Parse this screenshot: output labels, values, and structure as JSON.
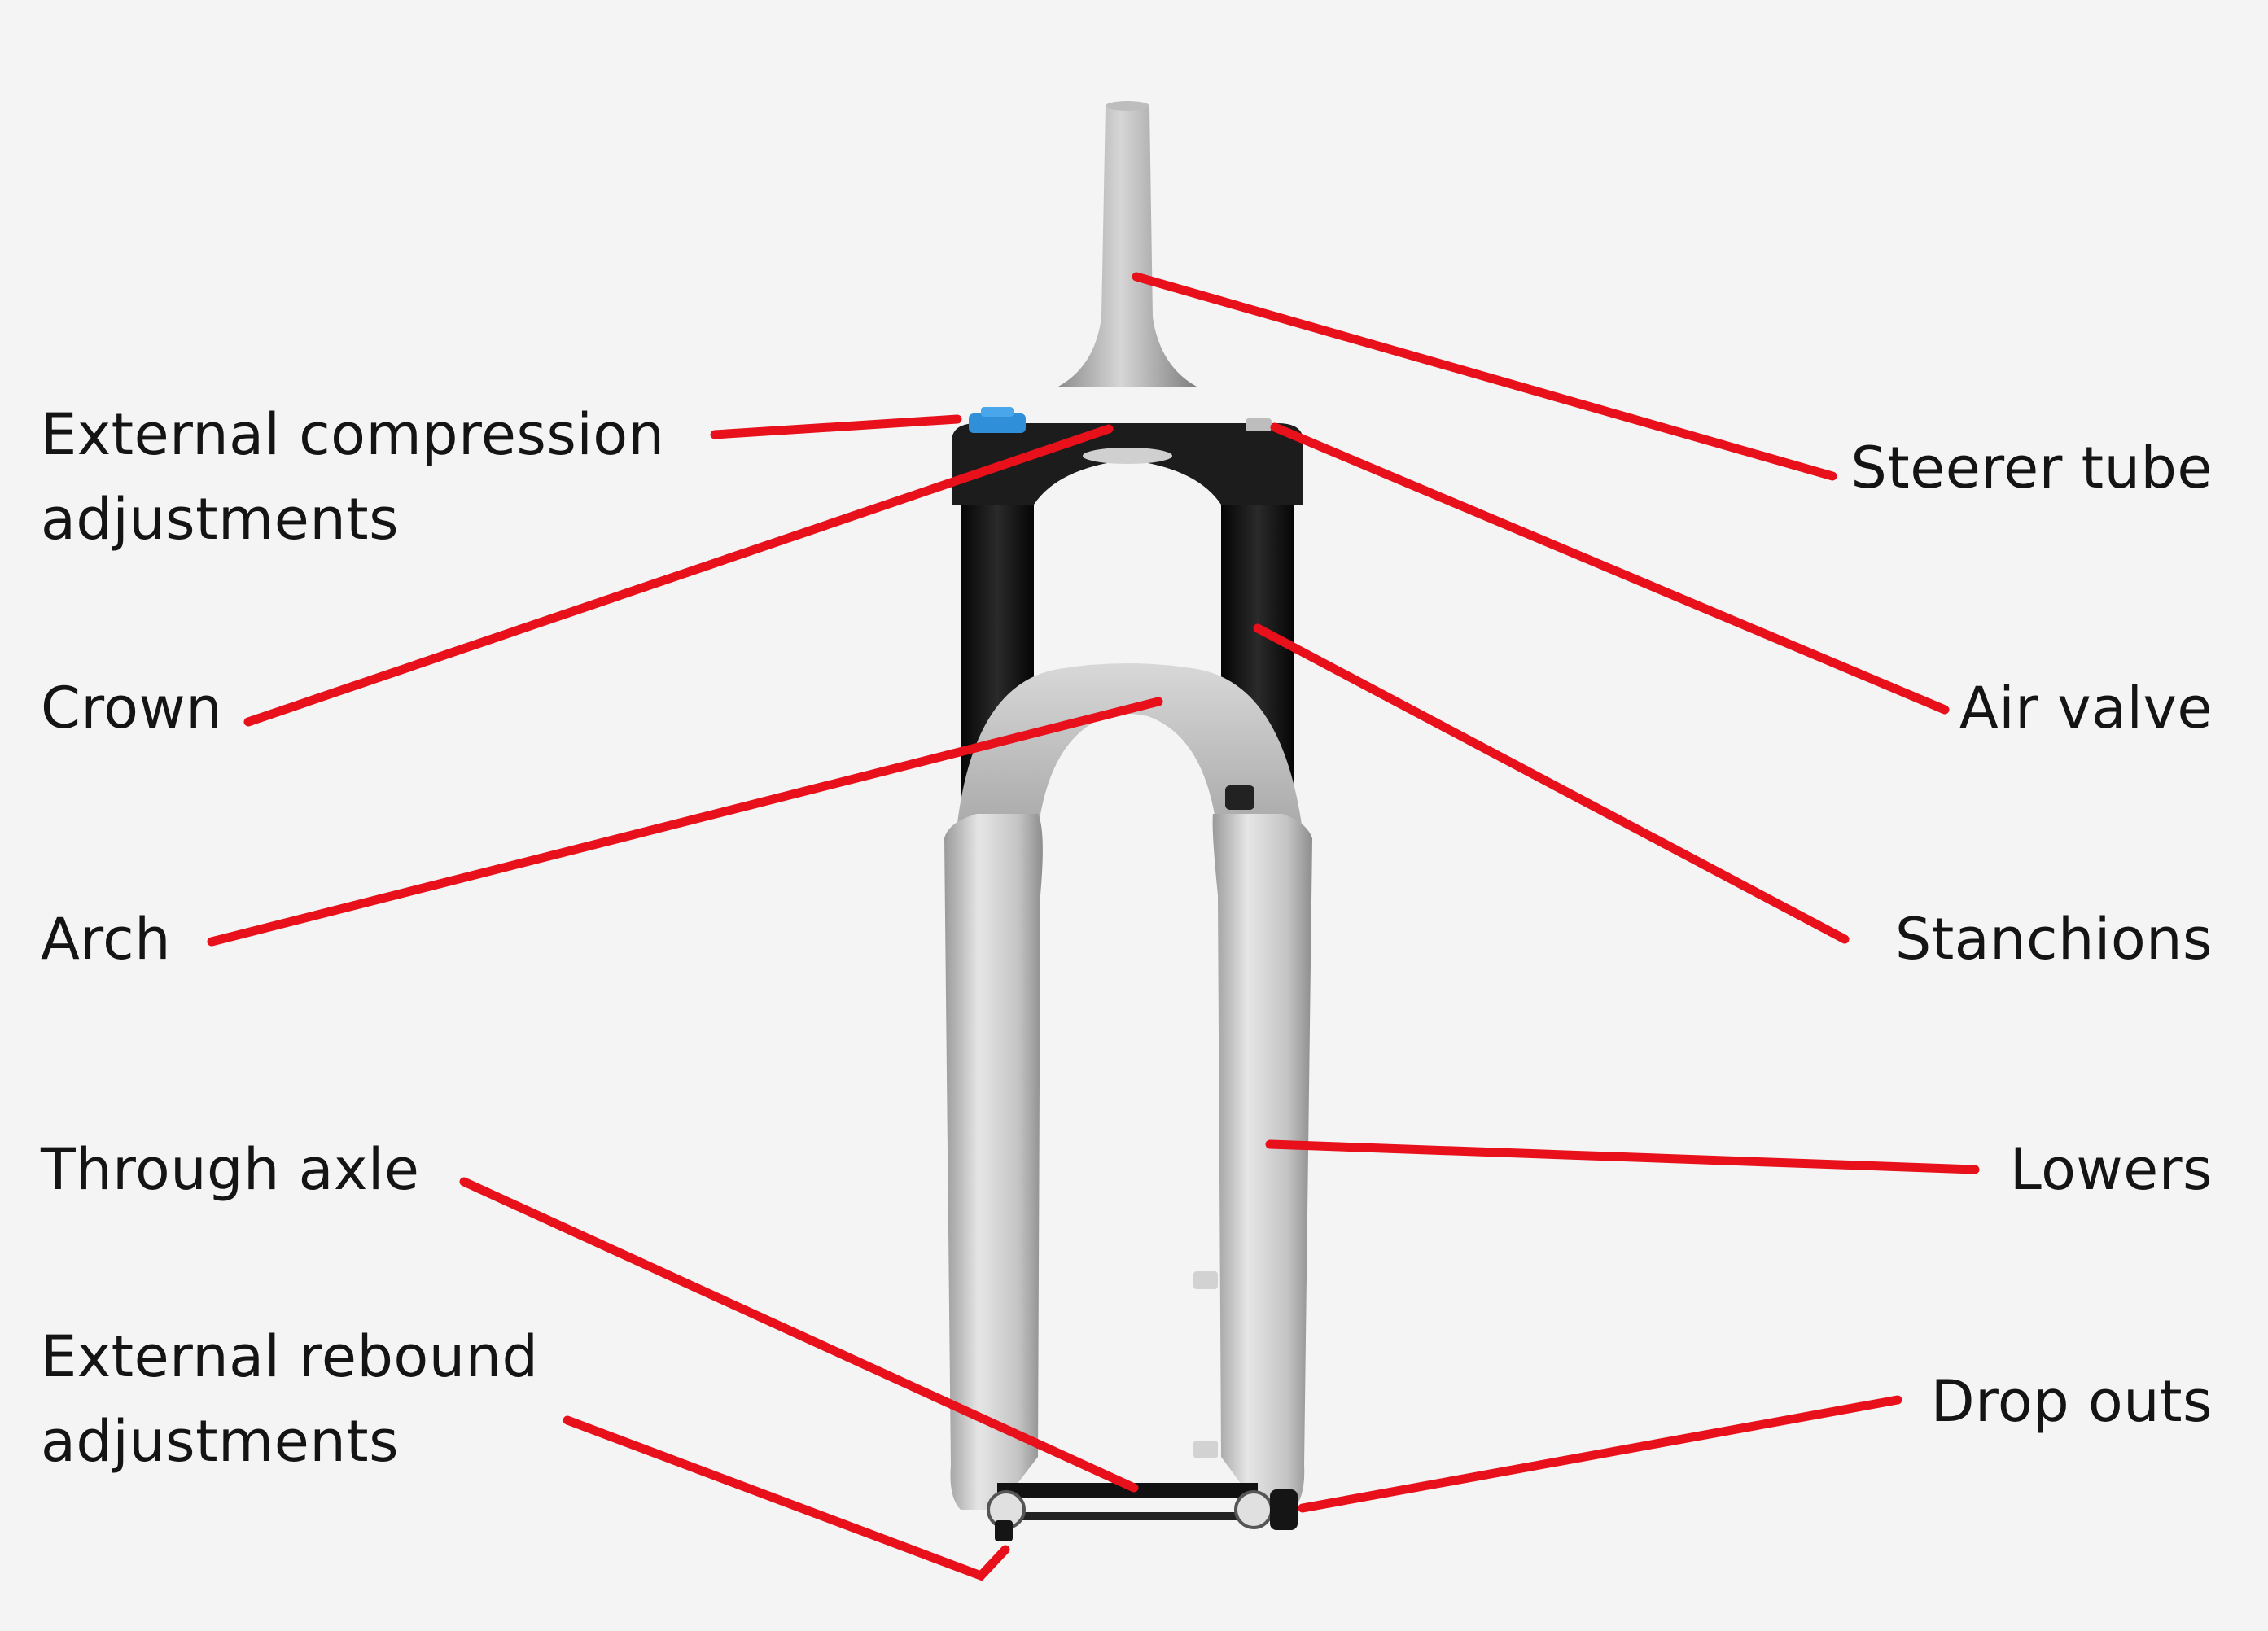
{
  "colors": {
    "background": "#f4f4f4",
    "leader_line": "#e8101a",
    "label_text": "#141414",
    "stanchion": "#101010",
    "lowers": "#c9c9c9",
    "steerer": "#a8a8a8",
    "compression_knob": "#2f8fd8"
  },
  "labels": {
    "compression": {
      "line1": "External compression",
      "line2": "adjustments"
    },
    "crown": "Crown",
    "arch": "Arch",
    "through_axle": "Through axle",
    "rebound": {
      "line1": "External rebound",
      "line2": "adjustments"
    },
    "steerer_tube": "Steerer tube",
    "air_valve": "Air valve",
    "stanchions": "Stanchions",
    "lowers": "Lowers",
    "drop_outs": "Drop outs"
  }
}
